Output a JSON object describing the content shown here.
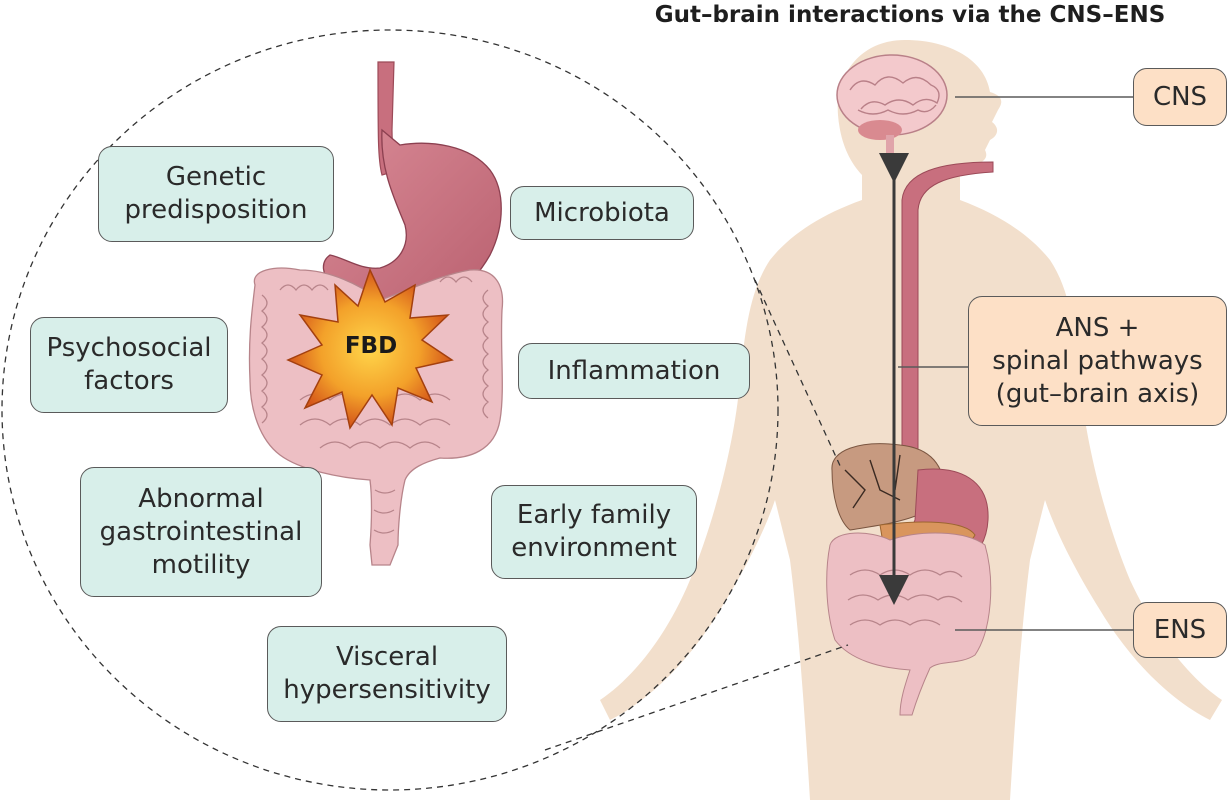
{
  "title": "Gut–brain interactions via the CNS–ENS",
  "center_label": "FBD",
  "factors": [
    {
      "id": "genetic",
      "lines": [
        "Genetic",
        "predisposition"
      ]
    },
    {
      "id": "microbiota",
      "lines": [
        "Microbiota"
      ]
    },
    {
      "id": "psychosocial",
      "lines": [
        "Psychosocial",
        "factors"
      ]
    },
    {
      "id": "inflammation",
      "lines": [
        "Inflammation"
      ]
    },
    {
      "id": "motility",
      "lines": [
        "Abnormal",
        "gastrointestinal",
        "motility"
      ]
    },
    {
      "id": "family",
      "lines": [
        "Early family",
        "environment"
      ]
    },
    {
      "id": "visceral",
      "lines": [
        "Visceral",
        "hypersensitivity"
      ]
    }
  ],
  "labels": {
    "cns": "CNS",
    "ans": [
      "ANS +",
      "spinal pathways",
      "(gut–brain axis)"
    ],
    "ens": "ENS"
  },
  "colors": {
    "factor_fill": "#d8efea",
    "label_fill": "#fde0c6",
    "body_fill": "#f2dfcc",
    "organ_pink": "#e9b8bd",
    "stomach": "#c86f7e",
    "burst": "#e87a1e",
    "arrow": "#3a3a3a"
  }
}
